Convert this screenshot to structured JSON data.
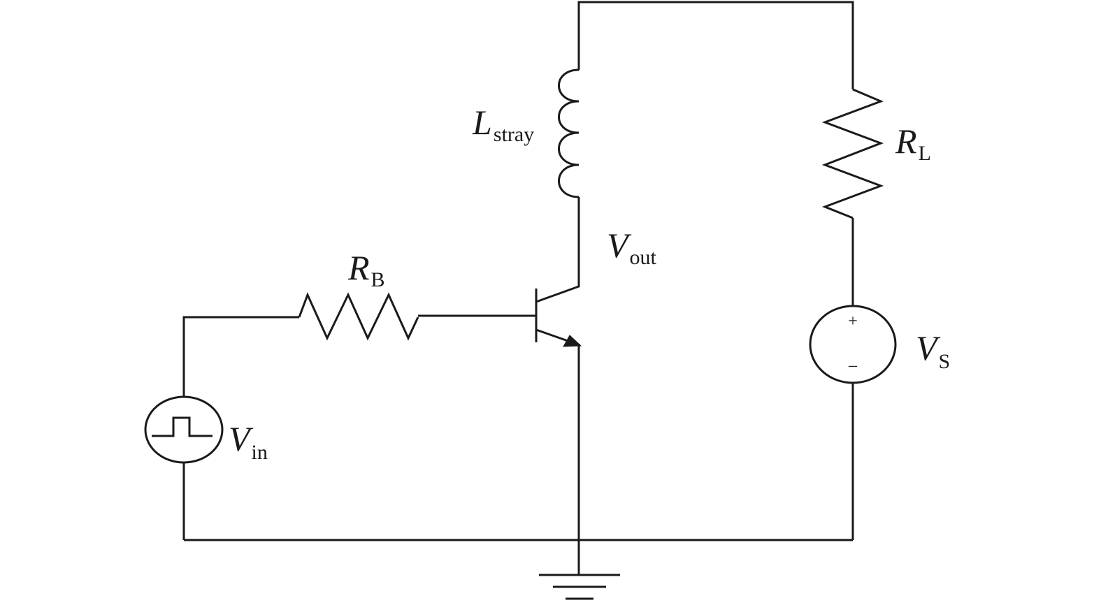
{
  "labels": {
    "l_stray": {
      "main": "L",
      "sub": "stray"
    },
    "r_l": {
      "main": "R",
      "sub": "L"
    },
    "r_b": {
      "main": "R",
      "sub": "B"
    },
    "v_out": {
      "main": "V",
      "sub": "out"
    },
    "v_s": {
      "main": "V",
      "sub": "S",
      "plus": "+",
      "minus": "–"
    },
    "v_in": {
      "main": "V",
      "sub": "in"
    }
  }
}
